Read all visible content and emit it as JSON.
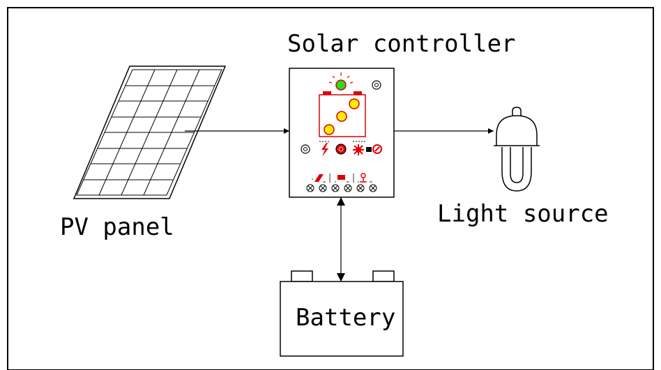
{
  "labels": {
    "controller": "Solar controller",
    "pv_panel": "PV panel",
    "light_source": "Light source",
    "battery": "Battery"
  },
  "colors": {
    "line": "#000000",
    "red": "#e00000",
    "green": "#22dd22",
    "yellow": "#ffee00"
  },
  "icons": [
    "pv-panel-icon",
    "solar-controller-icon",
    "battery-icon",
    "light-bulb-icon",
    "sun-icon",
    "bolt-icon",
    "screw-terminal-icon"
  ]
}
